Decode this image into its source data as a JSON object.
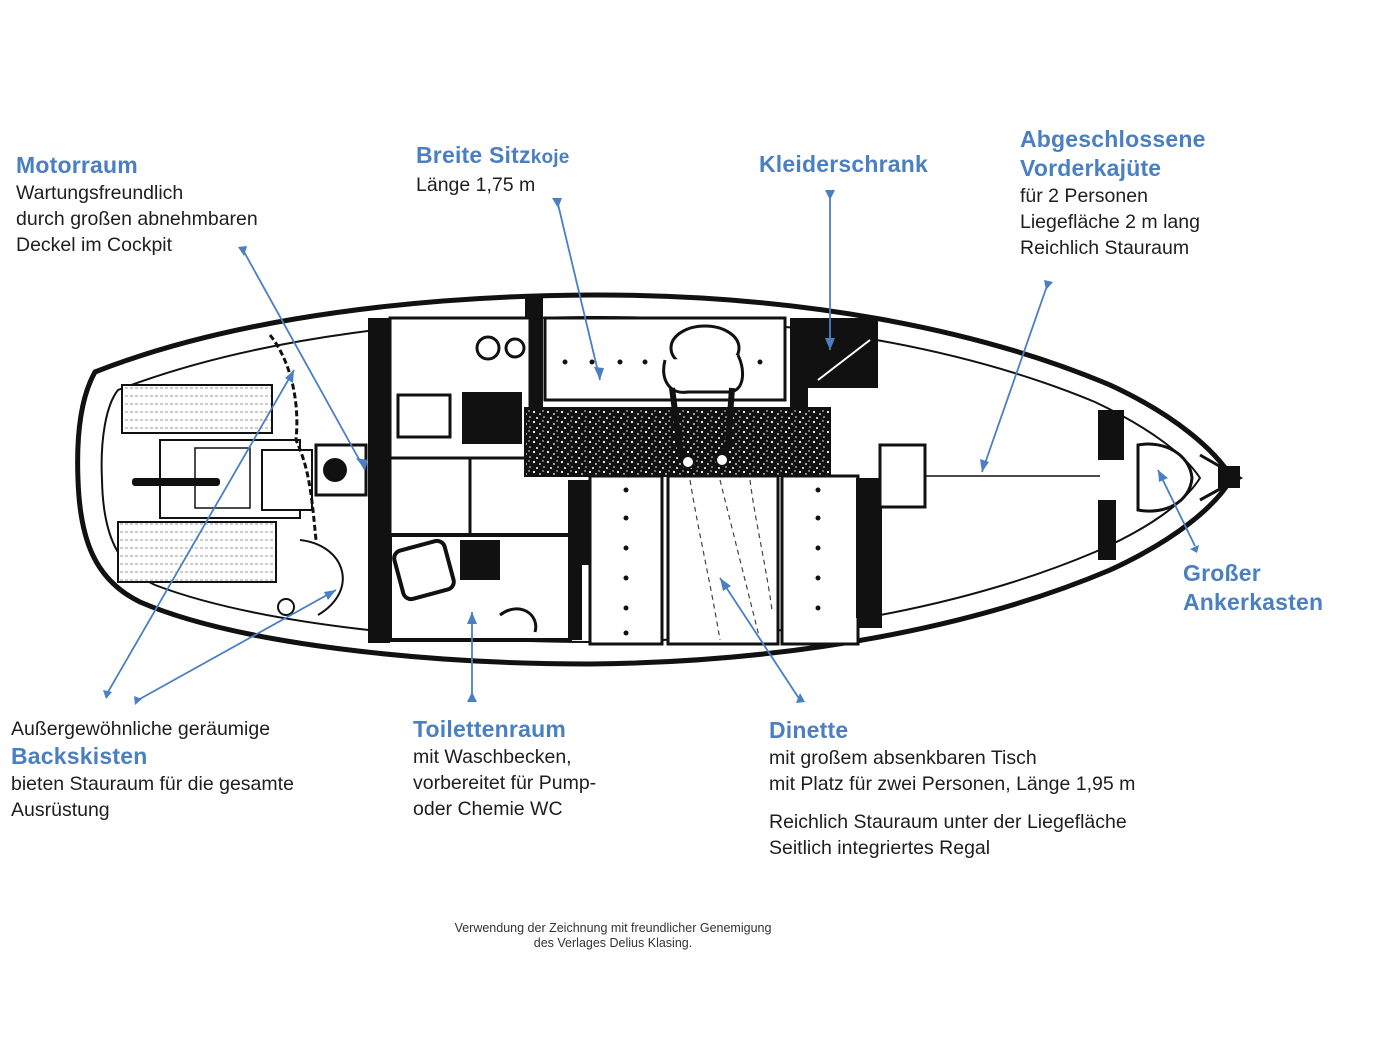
{
  "labels": {
    "motorraum": {
      "title": "Motorraum",
      "lines": [
        "Wartungsfreundlich",
        "durch großen abnehmbaren",
        "Deckel im Cockpit"
      ]
    },
    "sitzkoje": {
      "title_main": "Breite Sitz",
      "title_small": "koje",
      "lines": [
        "Länge 1,75 m"
      ]
    },
    "kleiderschrank": {
      "title": "Kleiderschrank"
    },
    "vorderkajuete": {
      "title_lines": [
        "Abgeschlossene",
        "Vorderkajüte"
      ],
      "lines": [
        "für 2 Personen",
        "Liegefläche 2 m lang",
        "Reichlich Stauraum"
      ]
    },
    "ankerkasten": {
      "title_lines": [
        "Großer",
        "Ankerkasten"
      ]
    },
    "backskisten": {
      "pre": "Außergewöhnliche geräumige",
      "title": "Backskisten",
      "lines": [
        "bieten Stauraum für die gesamte",
        "Ausrüstung"
      ]
    },
    "toilettenraum": {
      "title": "Toilettenraum",
      "lines": [
        "mit Waschbecken,",
        "vorbereitet für Pump-",
        "oder Chemie WC"
      ]
    },
    "dinette": {
      "title": "Dinette",
      "lines": [
        "mit großem absenkbaren Tisch",
        "mit Platz für zwei Personen, Länge 1,95 m"
      ],
      "extra_lines": [
        "Reichlich Stauraum unter der Liegefläche",
        "Seitlich integriertes Regal"
      ]
    }
  },
  "credit": {
    "line1": "Verwendung der Zeichnung mit freundlicher Genemigung",
    "line2": "des Verlages Delius Klasing."
  },
  "colors": {
    "accent": "#4a7fc1",
    "ink": "#111111"
  }
}
